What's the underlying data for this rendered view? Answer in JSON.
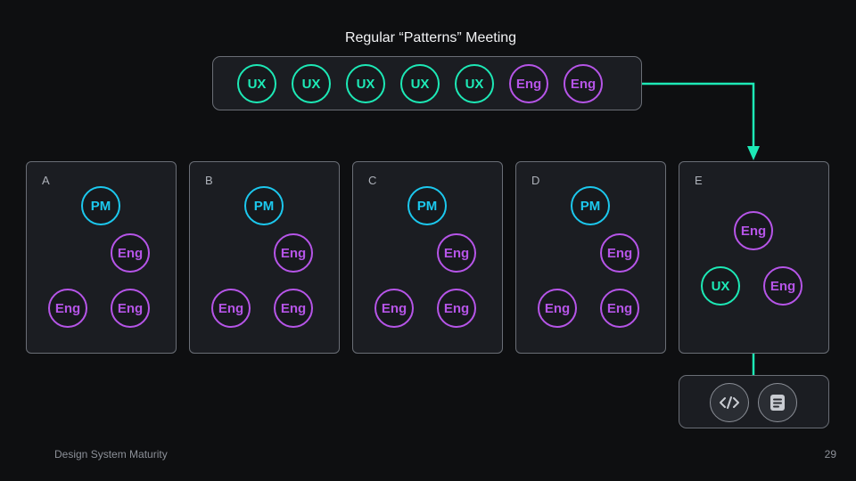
{
  "title": "Regular “Patterns” Meeting",
  "meeting": {
    "members": [
      {
        "role": "ux",
        "label": "UX"
      },
      {
        "role": "ux",
        "label": "UX"
      },
      {
        "role": "ux",
        "label": "UX"
      },
      {
        "role": "ux",
        "label": "UX"
      },
      {
        "role": "ux",
        "label": "UX"
      },
      {
        "role": "eng",
        "label": "Eng"
      },
      {
        "role": "eng",
        "label": "Eng"
      }
    ]
  },
  "teams": [
    {
      "name": "A",
      "pm": "PM",
      "eng": [
        "Eng",
        "Eng",
        "Eng"
      ]
    },
    {
      "name": "B",
      "pm": "PM",
      "eng": [
        "Eng",
        "Eng",
        "Eng"
      ]
    },
    {
      "name": "C",
      "pm": "PM",
      "eng": [
        "Eng",
        "Eng",
        "Eng"
      ]
    },
    {
      "name": "D",
      "pm": "PM",
      "eng": [
        "Eng",
        "Eng",
        "Eng"
      ]
    },
    {
      "name": "E",
      "eng_top": "Eng",
      "ux": "UX",
      "eng_right": "Eng"
    }
  ],
  "tools": [
    {
      "icon": "code-icon"
    },
    {
      "icon": "document-icon"
    }
  ],
  "colors": {
    "ux": "#1de9b6",
    "eng": "#b655e8",
    "pm": "#1cc8ee",
    "connector": "#1de9b6"
  },
  "footer": {
    "left": "Design System Maturity",
    "page_number": "29"
  }
}
